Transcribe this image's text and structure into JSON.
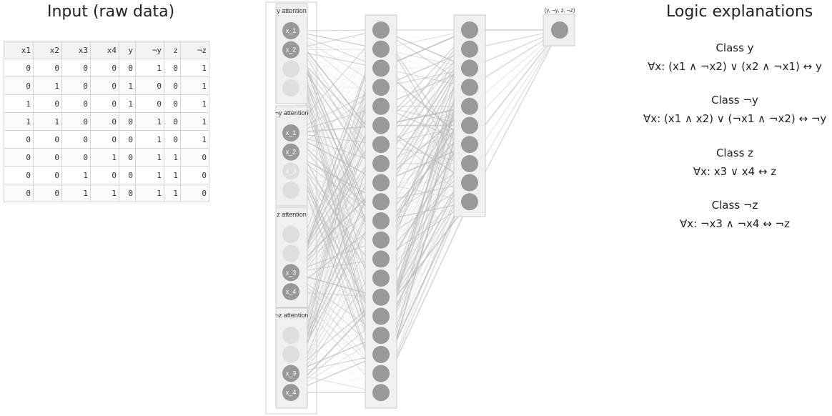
{
  "input_panel": {
    "title": "Input (raw data)",
    "columns": [
      "x1",
      "x2",
      "x3",
      "x4",
      "y",
      "¬y",
      "z",
      "¬z"
    ],
    "rows": [
      [
        "0",
        "0",
        "0",
        "0",
        "0",
        "1",
        "0",
        "1"
      ],
      [
        "0",
        "1",
        "0",
        "0",
        "1",
        "0",
        "0",
        "1"
      ],
      [
        "1",
        "0",
        "0",
        "0",
        "1",
        "0",
        "0",
        "1"
      ],
      [
        "1",
        "1",
        "0",
        "0",
        "0",
        "1",
        "0",
        "1"
      ],
      [
        "0",
        "0",
        "0",
        "0",
        "0",
        "1",
        "0",
        "1"
      ],
      [
        "0",
        "0",
        "0",
        "1",
        "0",
        "1",
        "1",
        "0"
      ],
      [
        "0",
        "0",
        "1",
        "0",
        "0",
        "1",
        "1",
        "0"
      ],
      [
        "0",
        "0",
        "1",
        "1",
        "0",
        "1",
        "1",
        "0"
      ]
    ]
  },
  "network": {
    "attention_groups": [
      {
        "label": "y attention",
        "inputs": [
          "x_1",
          "x_2",
          "",
          ""
        ],
        "active": [
          true,
          true,
          false,
          false
        ]
      },
      {
        "label": "¬y attention",
        "inputs": [
          "x_1",
          "x_2",
          "x_3",
          ""
        ],
        "active": [
          true,
          true,
          false,
          false
        ]
      },
      {
        "label": "z attention",
        "inputs": [
          "",
          "",
          "x_3",
          "x_4"
        ],
        "active": [
          false,
          false,
          true,
          true
        ]
      },
      {
        "label": "¬z attention",
        "inputs": [
          "",
          "",
          "x_3",
          "x_4"
        ],
        "active": [
          false,
          false,
          true,
          true
        ]
      }
    ],
    "hidden_layer_1_nodes": 20,
    "hidden_layer_2_nodes": 10,
    "output_label": "(y, ¬y, z, ¬z)",
    "colors": {
      "node_active": "#999999",
      "node_inactive": "#dedede",
      "panel_fill": "#f0f0f0",
      "panel_stroke": "#cccccc",
      "edge": "#bbbbbb"
    }
  },
  "logic_panel": {
    "title": "Logic explanations",
    "explanations": [
      {
        "class": "Class y",
        "formula": "∀x: (x1 ∧ ¬x2) ∨ (x2 ∧ ¬x1) ↔ y"
      },
      {
        "class": "Class ¬y",
        "formula": "∀x: (x1 ∧ x2) ∨ (¬x1 ∧ ¬x2) ↔ ¬y"
      },
      {
        "class": "Class z",
        "formula": "∀x: x3 ∨ x4 ↔ z"
      },
      {
        "class": "Class ¬z",
        "formula": "∀x: ¬x3 ∧ ¬x4 ↔ ¬z"
      }
    ]
  }
}
